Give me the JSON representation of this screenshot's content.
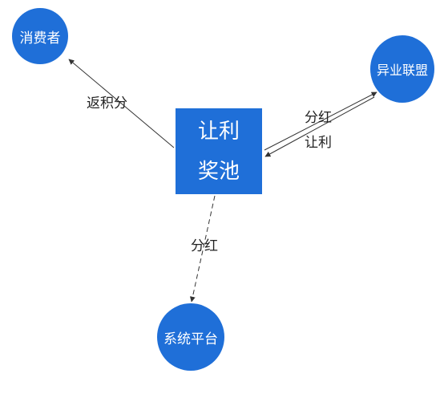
{
  "colors": {
    "node_fill": "#1f6fd8",
    "edge_stroke": "#333333",
    "label_text": "#222222",
    "node_text": "#ffffff"
  },
  "nodes": {
    "pool": {
      "line1": "让利",
      "line2": "奖池"
    },
    "consumer": {
      "label": "消费者"
    },
    "alliance": {
      "label": "异业联盟"
    },
    "platform": {
      "label": "系统平台"
    }
  },
  "edges": {
    "to_consumer": {
      "label": "返积分"
    },
    "to_alliance": {
      "label": "分红"
    },
    "from_alliance": {
      "label": "让利"
    },
    "to_platform": {
      "label": "分红"
    }
  }
}
